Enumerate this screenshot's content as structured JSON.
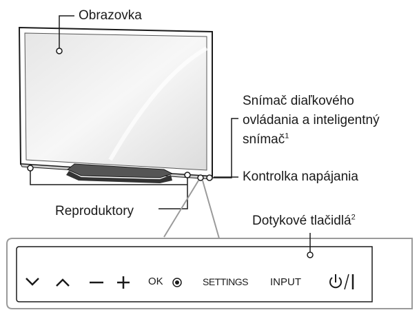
{
  "labels": {
    "screen": "Obrazovka",
    "sensor_line1": "Snímač diaľkového",
    "sensor_line2": "ovládania a inteligentný",
    "sensor_line3": "snímač",
    "sensor_sup": "1",
    "power_indicator": "Kontrolka napájania",
    "speakers": "Reproduktory",
    "touch_buttons": "Dotykové tlačidlá",
    "touch_buttons_sup": "2"
  },
  "buttons": {
    "down": "⌄",
    "up": "⌃",
    "minus": "−",
    "plus": "+",
    "ok": "OK",
    "settings": "SETTINGS",
    "input": "INPUT"
  },
  "icons": [
    "chevron-down-icon",
    "chevron-up-icon",
    "minus-icon",
    "plus-icon",
    "ok-dot-icon",
    "power-icon"
  ],
  "colors": {
    "line": "#1a1a1a",
    "callout": "#9a9a9a",
    "screen_light": "#f2f2f2",
    "screen_dark": "#cfcfcf"
  }
}
